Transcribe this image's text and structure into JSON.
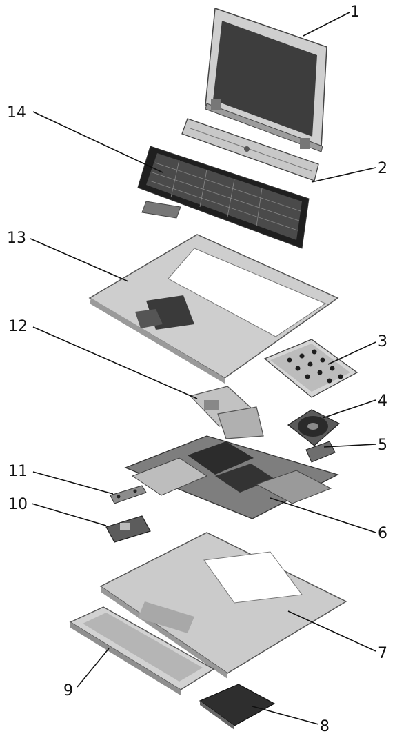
{
  "callouts": [
    {
      "number": "1"
    },
    {
      "number": "2"
    },
    {
      "number": "3"
    },
    {
      "number": "4"
    },
    {
      "number": "5"
    },
    {
      "number": "6"
    },
    {
      "number": "7"
    },
    {
      "number": "8"
    },
    {
      "number": "9"
    },
    {
      "number": "10"
    },
    {
      "number": "11"
    },
    {
      "number": "12"
    },
    {
      "number": "13"
    },
    {
      "number": "14"
    }
  ],
  "colors": {
    "line": "#111111",
    "part_light": "#d0d0d0",
    "part_mid": "#a9a9a9",
    "part_dark": "#3a3a3a"
  }
}
